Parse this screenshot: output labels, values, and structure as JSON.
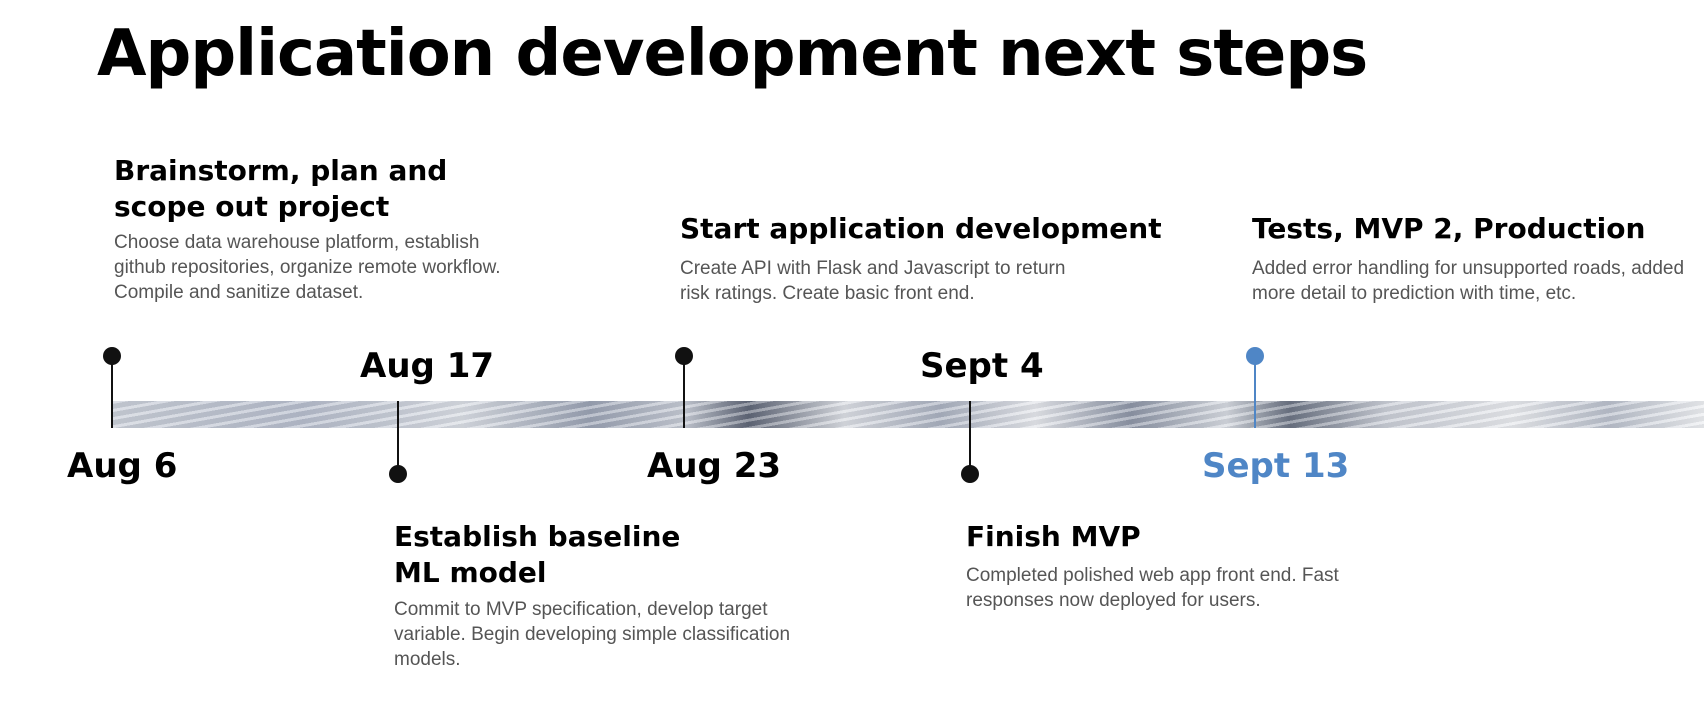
{
  "title": "Application development next steps",
  "accent_color": "#4f86c6",
  "milestones": [
    {
      "date": "Aug 6",
      "title": "Brainstorm, plan and scope out project",
      "description": "Choose  data warehouse platform, establish github repositories, organize  remote workflow. Compile and sanitize dataset."
    },
    {
      "date": "Aug 17",
      "title": "Establish baseline ML model",
      "description": "Commit to MVP specification, develop target variable. Begin developing simple classification models."
    },
    {
      "date": "Aug 23",
      "title": "Start application development",
      "description": "Create API with Flask and Javascript to return risk ratings. Create basic front end."
    },
    {
      "date": "Sept 4",
      "title": "Finish MVP",
      "description": "Completed polished web app front end. Fast responses now deployed for users."
    },
    {
      "date": "Sept 13",
      "title": "Tests, MVP 2, Production",
      "description": "Added error handling for unsupported roads, added more detail to prediction with time, etc."
    }
  ]
}
